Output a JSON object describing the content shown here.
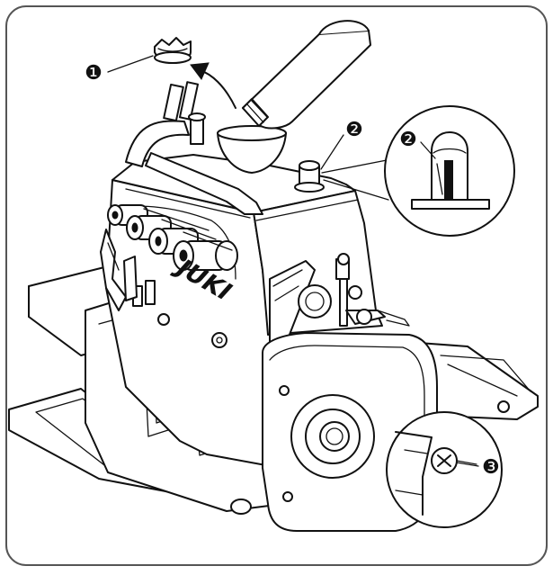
{
  "figure": {
    "brand_label": "JUKI",
    "callouts": [
      {
        "id": "callout-1",
        "glyph": "❶",
        "number": 1,
        "icon": "oil-cap"
      },
      {
        "id": "callout-2",
        "glyph": "❷",
        "number": 2,
        "icon": "oil-gauge"
      },
      {
        "id": "callout-2-detail",
        "glyph": "❷",
        "number": 2,
        "icon": "oil-gauge-enlarged"
      },
      {
        "id": "callout-3",
        "glyph": "❸",
        "number": 3,
        "icon": "drain-screw"
      }
    ],
    "colors": {
      "line": "#111111",
      "background": "#ffffff",
      "frame": "#555555"
    }
  }
}
